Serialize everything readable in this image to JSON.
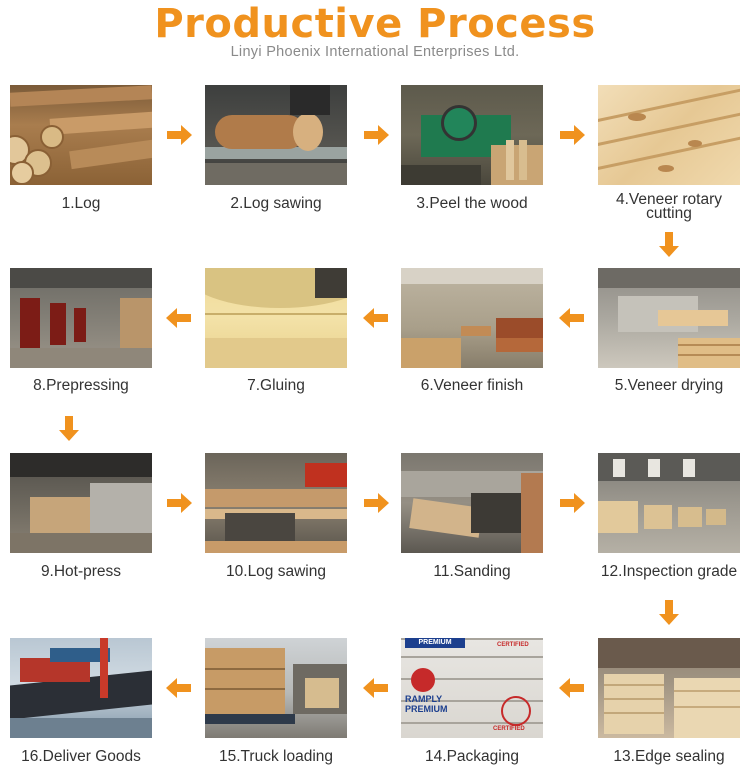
{
  "header": {
    "title": "Productive Process",
    "subtitle": "Linyi Phoenix International Enterprises Ltd."
  },
  "colors": {
    "accent": "#f0921e",
    "title": "#f0921e",
    "label_text": "#333333",
    "subtitle": "#8a8a8a"
  },
  "steps": [
    {
      "label": "1.Log"
    },
    {
      "label": "2.Log sawing"
    },
    {
      "label": "3.Peel the wood"
    },
    {
      "label": "4.Veneer rotary cutting"
    },
    {
      "label": "5.Veneer drying"
    },
    {
      "label": "6.Veneer finish"
    },
    {
      "label": "7.Gluing"
    },
    {
      "label": "8.Prepressing"
    },
    {
      "label": "9.Hot-press"
    },
    {
      "label": "10.Log sawing"
    },
    {
      "label": "11.Sanding"
    },
    {
      "label": "12.Inspection grade"
    },
    {
      "label": "13.Edge sealing"
    },
    {
      "label": "14.Packaging"
    },
    {
      "label": "15.Truck loading"
    },
    {
      "label": "16.Deliver Goods"
    }
  ],
  "packaging_text": {
    "brand_line1": "RAMPLY",
    "brand_line2": "PREMIUM",
    "brand_top": "PREMIUM",
    "certified": "CERTIFIED"
  },
  "icons": {
    "arrow_right": "arrow-right-icon",
    "arrow_left": "arrow-left-icon",
    "arrow_down": "arrow-down-icon"
  }
}
